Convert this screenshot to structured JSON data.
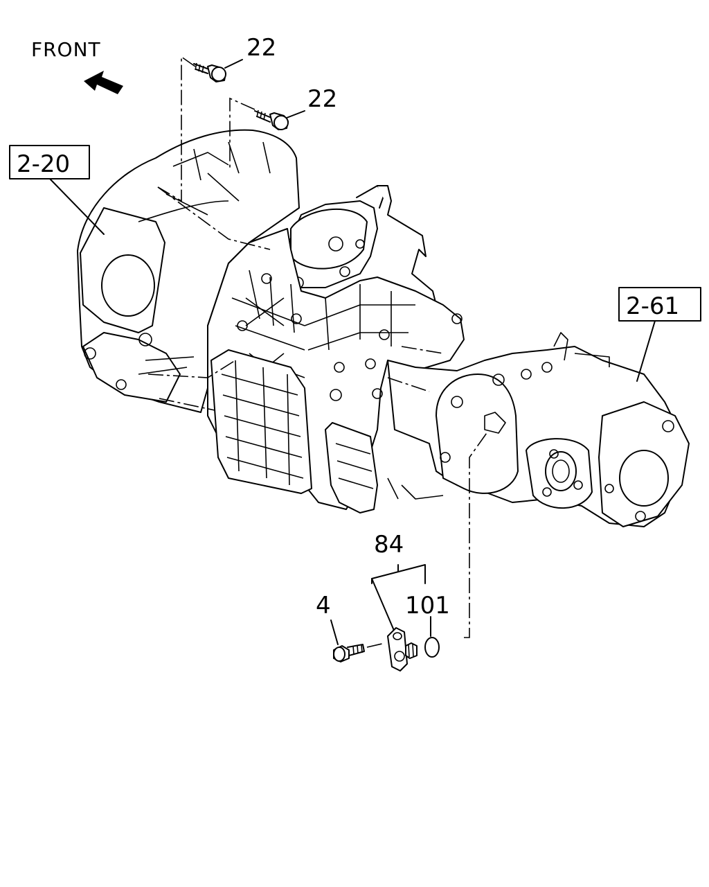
{
  "diagram": {
    "direction_label": "FRONT",
    "callouts": {
      "bolt_upper": "22",
      "bolt_lower": "22",
      "bellhousing_ref": "2-20",
      "rear_housing_ref": "2-61",
      "bracket_assembly": "84",
      "bolt_small": "4",
      "o_ring": "101"
    },
    "icons": {
      "direction": "arrow-icon",
      "transmission": "transmission-assembly-icon"
    }
  }
}
